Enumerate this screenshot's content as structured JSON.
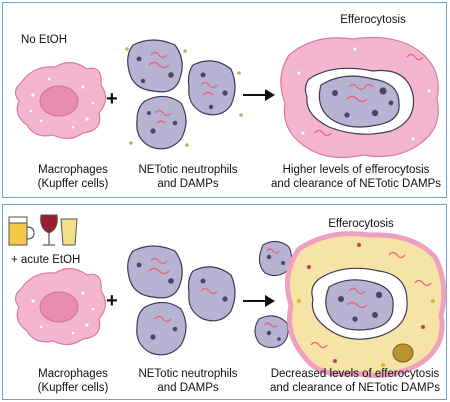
{
  "panels": [
    {
      "condition": "No EtOH",
      "macrophage_label_line1": "Macrophages",
      "macrophage_label_line2": "(Kupffer cells)",
      "plus": "+",
      "neutrophil_label_line1": "NETotic neutrophils",
      "neutrophil_label_line2": "and DAMPs",
      "result_title": "Efferocytosis",
      "result_label_line1": "Higher levels of efferocytosis",
      "result_label_line2": "and clearance of NETotic DAMPs"
    },
    {
      "condition": "+ acute EtOH",
      "macrophage_label_line1": "Macrophages",
      "macrophage_label_line2": "(Kupffer cells)",
      "plus": "+",
      "neutrophil_label_line1": "NETotic neutrophils",
      "neutrophil_label_line2": "and DAMPs",
      "result_title": "Efferocytosis",
      "result_label_line1": "Decreased levels of efferocytosis",
      "result_label_line2": "and clearance of NETotic DAMPs"
    }
  ],
  "colors": {
    "panel_border": "#6fa4c8",
    "macrophage_fill": "#f4b6cf",
    "macrophage_nucleus": "#e88db0",
    "neutrophil_fill": "#b7b3d3",
    "neutrophil_dots": "#4a4660",
    "dna_traps": "#e8637a",
    "ethanol_macrophage_fill": "#f6e3a6",
    "ethanol_macrophage_edge": "#ef9fbf"
  }
}
